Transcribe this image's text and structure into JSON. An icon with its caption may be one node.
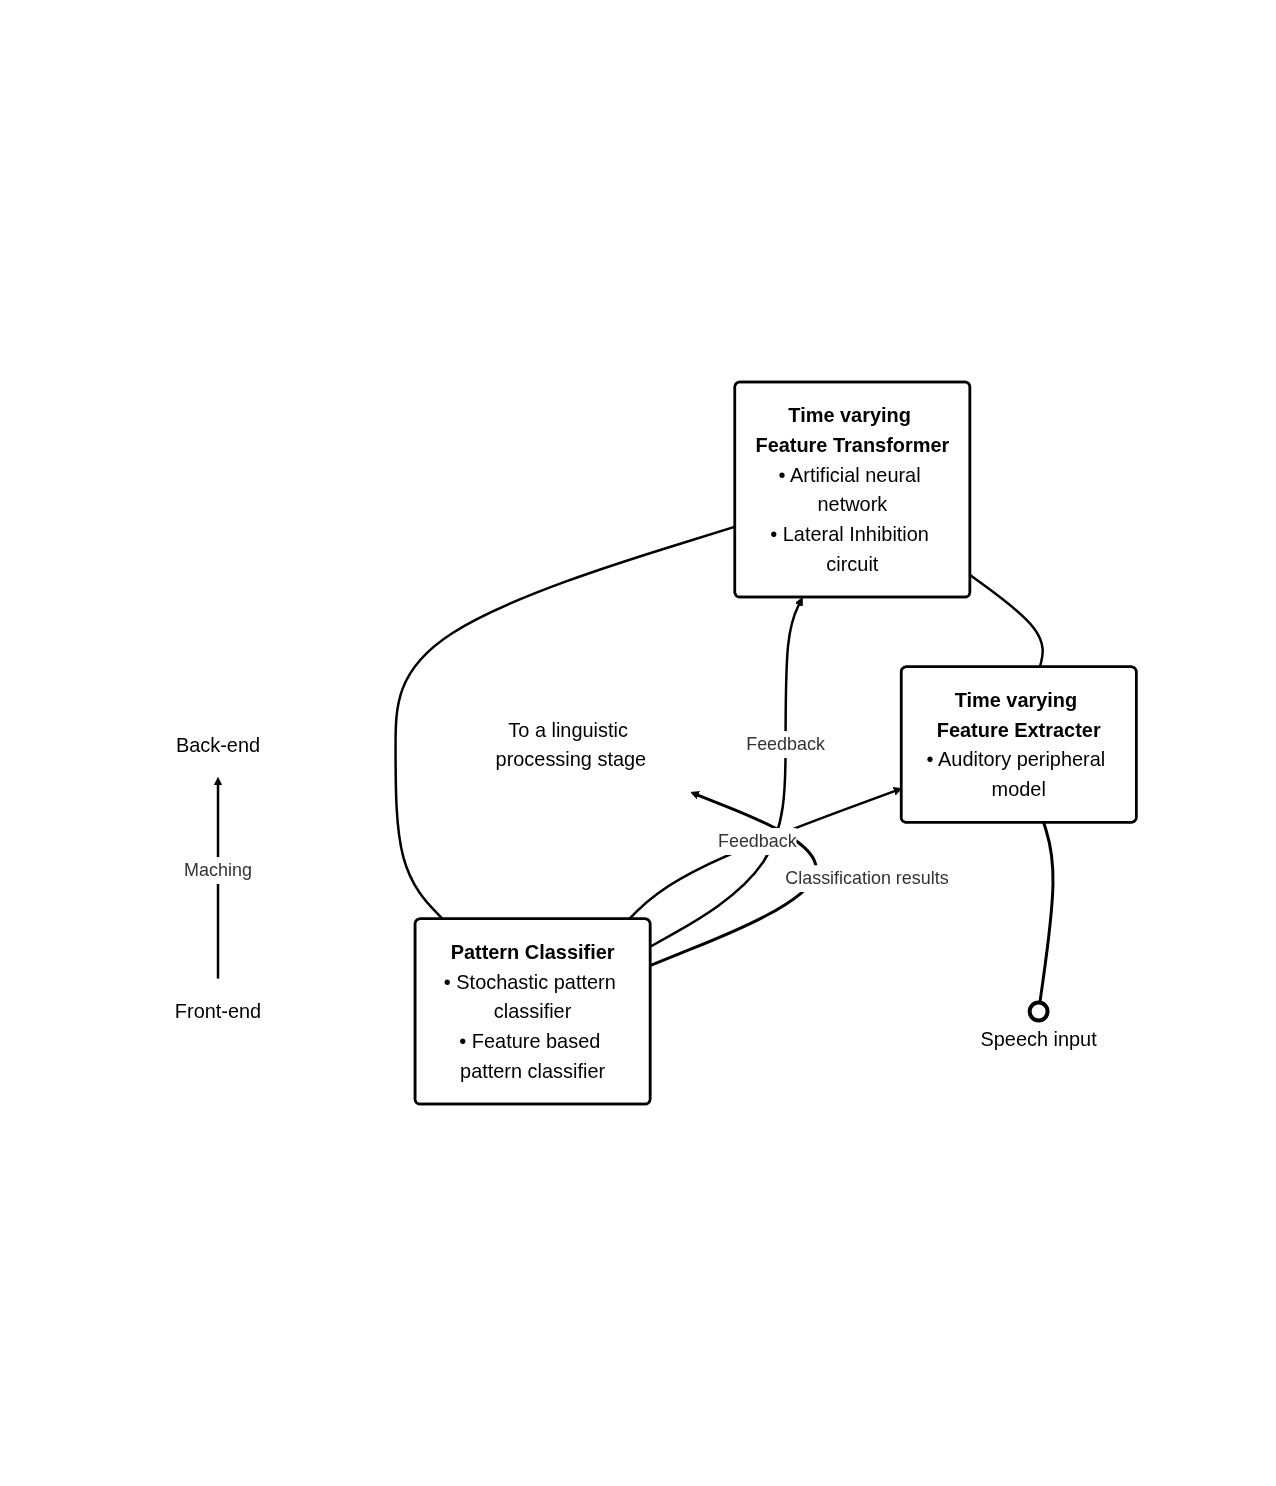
{
  "diagram": {
    "nodes": [
      {
        "text": [
          "To a linguistic processing stage"
        ]
      },
      {
        "text": [
          "Pattern Classifier",
          "• Stochastic pattern classifier",
          "• Feature based pattern classifier"
        ]
      },
      {
        "text": [
          "Time varying Feature Transformer",
          "• Artificial neural network",
          "• Lateral Inhibition circuit"
        ]
      },
      {
        "text": [
          "Time varying Feature Extracter",
          "• Auditory peripheral model"
        ]
      },
      {
        "text": [],
        "shape": "circle",
        "beside": [
          "Speech input"
        ]
      },
      {
        "text": [
          "Back-end"
        ]
      },
      {
        "text": [
          "Front-end"
        ]
      }
    ],
    "edges": [
      {
        "from": 4,
        "to": 3,
        "arrow": "none"
      },
      {
        "from": 3,
        "to": 2,
        "arrow": "none"
      },
      {
        "from": 2,
        "to": 1,
        "arrow": "none"
      },
      {
        "from": 1,
        "to": 0,
        "arrow": "to",
        "label": "Classification results"
      },
      {
        "from": 1,
        "to": 2,
        "arrow": "to",
        "label": "Feedback"
      },
      {
        "from": 1,
        "to": 3,
        "arrow": "to",
        "label": "Feedback"
      },
      {
        "from": 6,
        "to": 5,
        "arrow": "to",
        "label": "Maching"
      }
    ]
  }
}
